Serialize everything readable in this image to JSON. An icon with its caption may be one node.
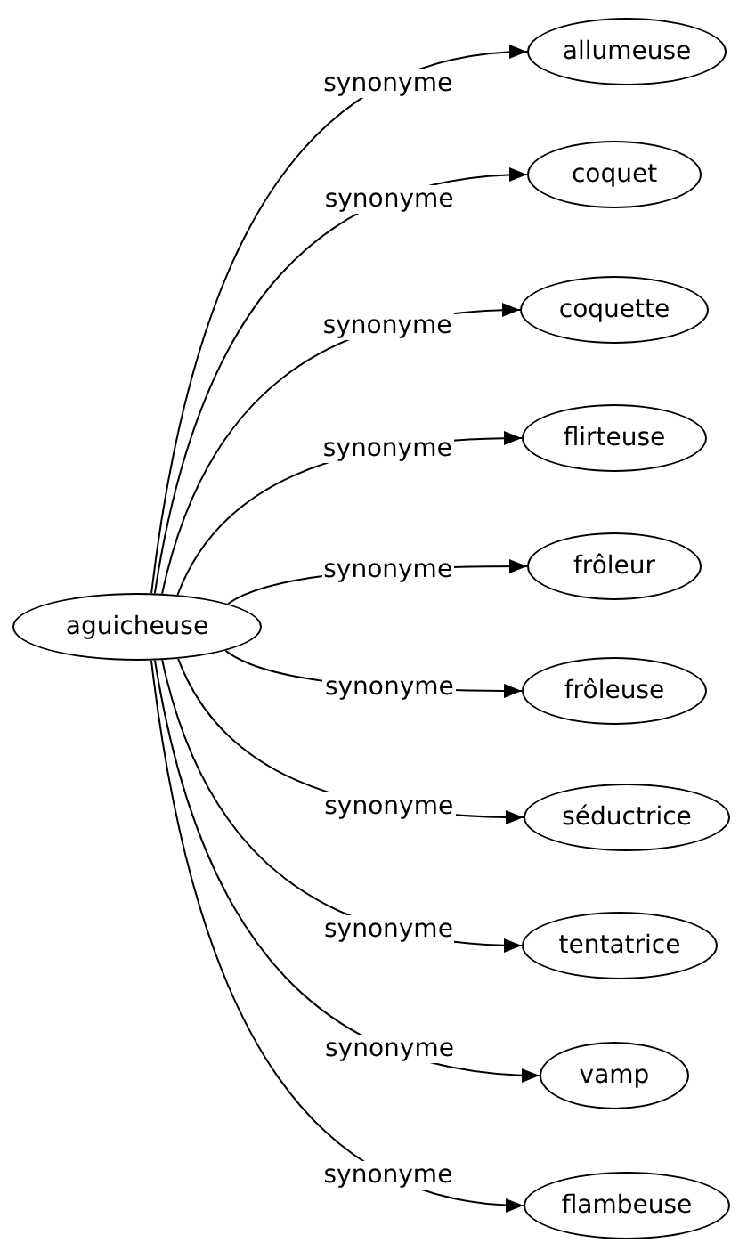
{
  "diagram": {
    "nodes": [
      {
        "text": [
          "aguicheuse"
        ]
      },
      {
        "text": [
          "allumeuse"
        ]
      },
      {
        "text": [
          "coquet"
        ]
      },
      {
        "text": [
          "coquette"
        ]
      },
      {
        "text": [
          "flirteuse"
        ]
      },
      {
        "text": [
          "frôleur"
        ]
      },
      {
        "text": [
          "frôleuse"
        ]
      },
      {
        "text": [
          "séductrice"
        ]
      },
      {
        "text": [
          "tentatrice"
        ]
      },
      {
        "text": [
          "vamp"
        ]
      },
      {
        "text": [
          "flambeuse"
        ]
      }
    ],
    "edges": [
      {
        "from": 0,
        "to": 1,
        "arrow": "to",
        "label": "synonyme"
      },
      {
        "from": 0,
        "to": 2,
        "arrow": "to",
        "label": "synonyme"
      },
      {
        "from": 0,
        "to": 3,
        "arrow": "to",
        "label": "synonyme"
      },
      {
        "from": 0,
        "to": 4,
        "arrow": "to",
        "label": "synonyme"
      },
      {
        "from": 0,
        "to": 5,
        "arrow": "to",
        "label": "synonyme"
      },
      {
        "from": 0,
        "to": 6,
        "arrow": "to",
        "label": "synonyme"
      },
      {
        "from": 0,
        "to": 7,
        "arrow": "to",
        "label": "synonyme"
      },
      {
        "from": 0,
        "to": 8,
        "arrow": "to",
        "label": "synonyme"
      },
      {
        "from": 0,
        "to": 9,
        "arrow": "to",
        "label": "synonyme"
      },
      {
        "from": 0,
        "to": 10,
        "arrow": "to",
        "label": "synonyme"
      }
    ]
  }
}
